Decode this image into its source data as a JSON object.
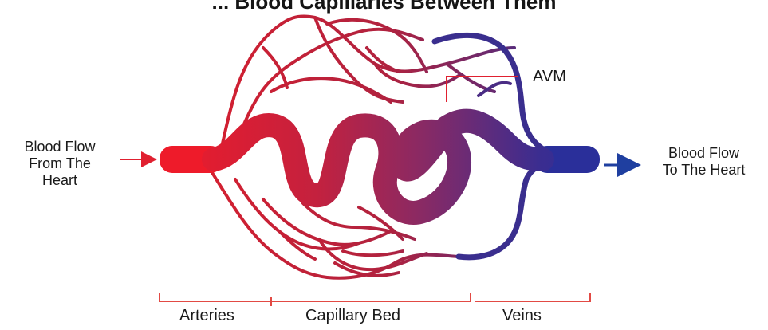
{
  "diagram": {
    "title": "... Blood Capillaries Between Them",
    "labels": {
      "inflow": [
        "Blood Flow",
        "From The",
        "Heart"
      ],
      "outflow": [
        "Blood Flow",
        "To The Heart"
      ],
      "avm": "AVM",
      "arteries": "Arteries",
      "capillary_bed": "Capillary Bed",
      "veins": "Veins"
    }
  },
  "colors": {
    "artery_red": "#e8202c",
    "vein_blue": "#2a2f9a",
    "avm_purple": "#7a2a6a",
    "text": "#1a1a1a"
  }
}
